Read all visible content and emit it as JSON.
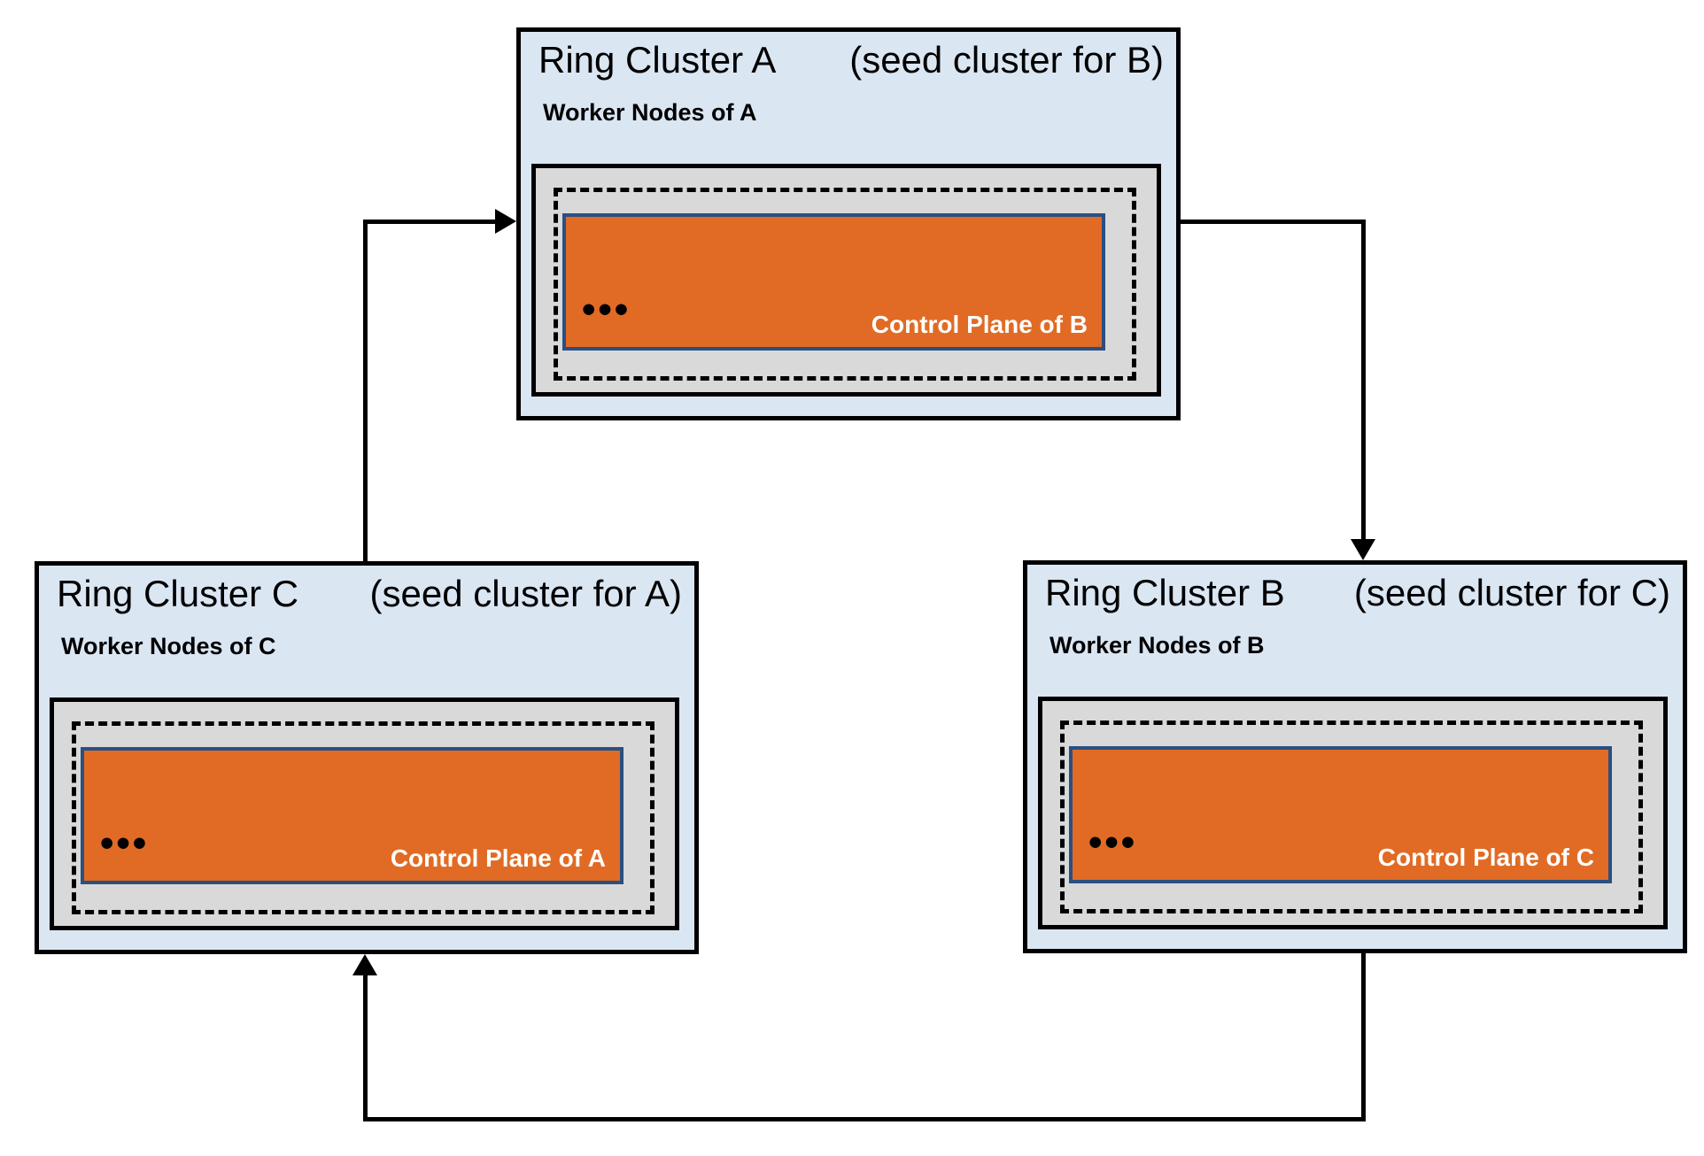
{
  "diagram": {
    "clusters": [
      {
        "id": "A",
        "title": "Ring Cluster A",
        "seed_label": "(seed cluster for B)",
        "worker_label": "Worker Nodes of A",
        "control_label": "Control Plane of B",
        "dots": "•••"
      },
      {
        "id": "B",
        "title": "Ring Cluster B",
        "seed_label": "(seed cluster for C)",
        "worker_label": "Worker Nodes of B",
        "control_label": "Control Plane of C",
        "dots": "•••"
      },
      {
        "id": "C",
        "title": "Ring Cluster C",
        "seed_label": "(seed cluster for A)",
        "worker_label": "Worker Nodes of C",
        "control_label": "Control Plane of A",
        "dots": "•••"
      }
    ],
    "arrows": [
      {
        "from": "Ring Cluster C",
        "to": "Ring Cluster A"
      },
      {
        "from": "Ring Cluster A",
        "to": "Ring Cluster B"
      },
      {
        "from": "Ring Cluster B",
        "to": "Ring Cluster C"
      }
    ],
    "colors": {
      "cluster_fill": "#dbe6f3",
      "worker_fill": "#d9d9d9",
      "control_fill": "#e16b24",
      "control_border": "#2b4f81",
      "control_text": "#ffffff",
      "line": "#000000",
      "text": "#000000"
    }
  }
}
